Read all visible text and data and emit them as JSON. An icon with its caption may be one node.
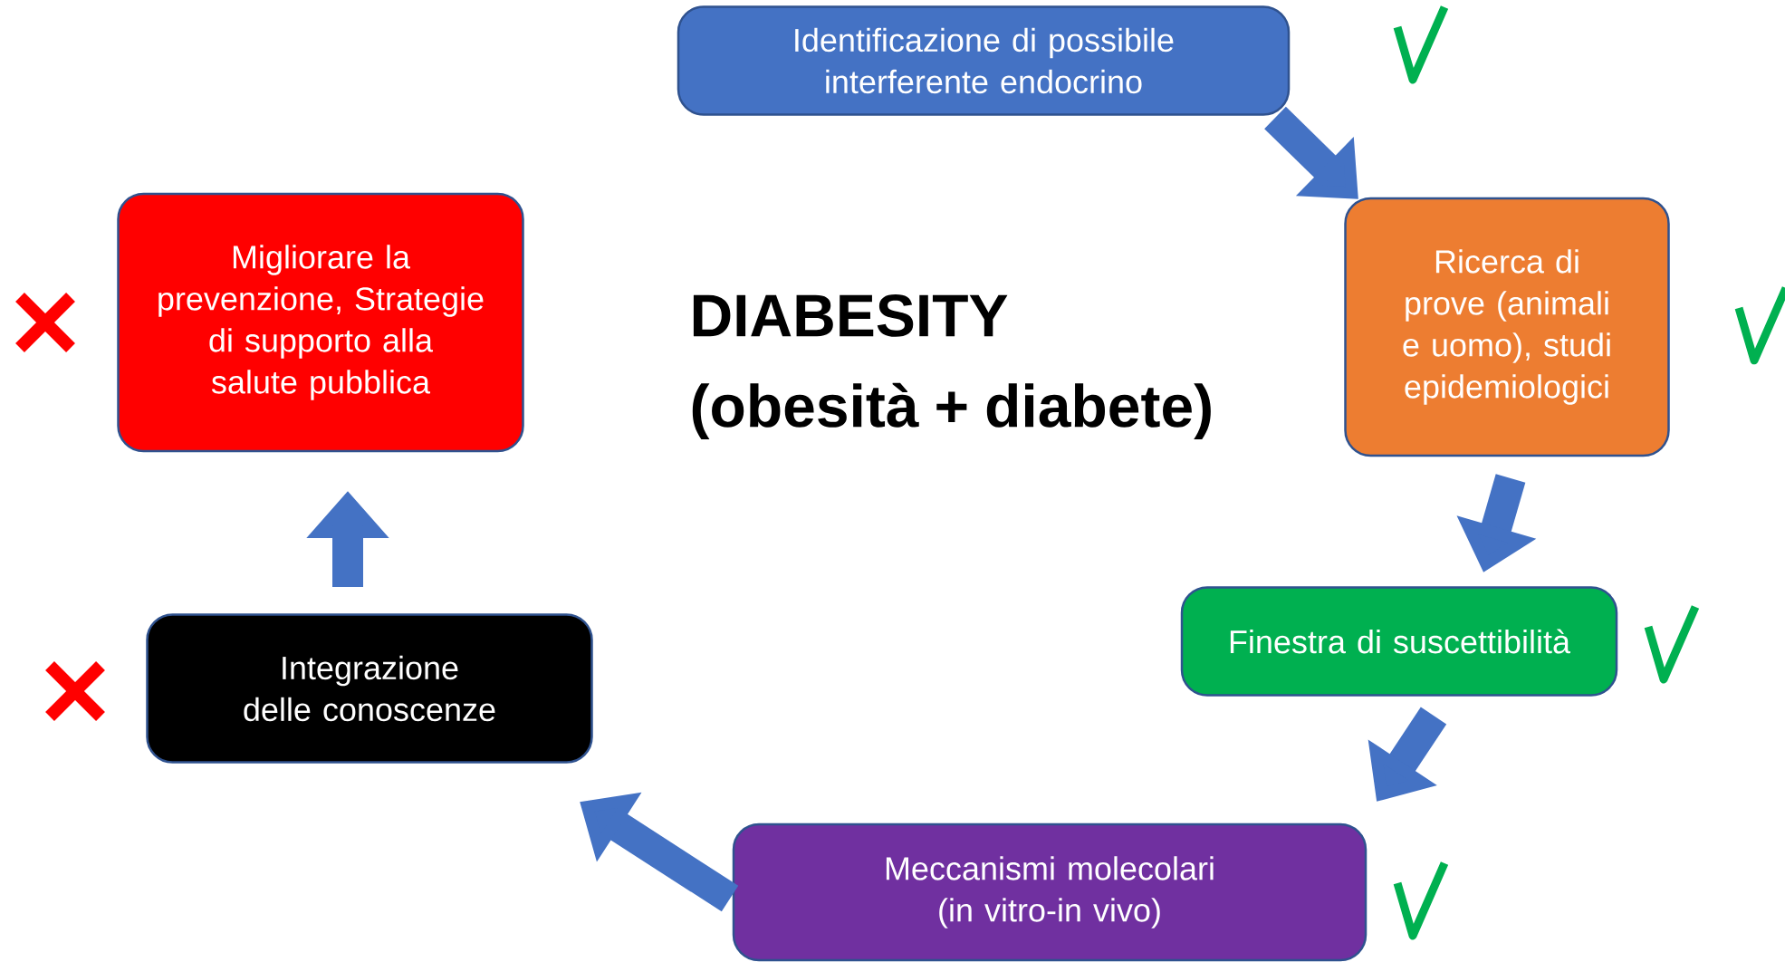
{
  "diagram": {
    "title": "DIABESITY (obesità + diabete)",
    "nodes": [
      {
        "text": [
          "Identificazione di possibile interferente endocrino"
        ]
      },
      {
        "text": [
          "Ricerca di prove (animali e uomo), studi epidemiologici"
        ]
      },
      {
        "text": [
          "Finestra di suscettibilità"
        ]
      },
      {
        "text": [
          "Meccanismi molecolari (in vitro-in vivo)"
        ]
      },
      {
        "text": [
          "Integrazione delle conoscenze"
        ]
      },
      {
        "text": [
          "Migliorare la prevenzione, Strategie di supporto alla salute pubblica"
        ]
      }
    ],
    "edges": [
      {
        "from": 0,
        "to": 1,
        "arrow": "to"
      },
      {
        "from": 1,
        "to": 2,
        "arrow": "to"
      },
      {
        "from": 2,
        "to": 3,
        "arrow": "to"
      },
      {
        "from": 3,
        "to": 4,
        "arrow": "to"
      },
      {
        "from": 4,
        "to": 5,
        "arrow": "to"
      }
    ]
  }
}
